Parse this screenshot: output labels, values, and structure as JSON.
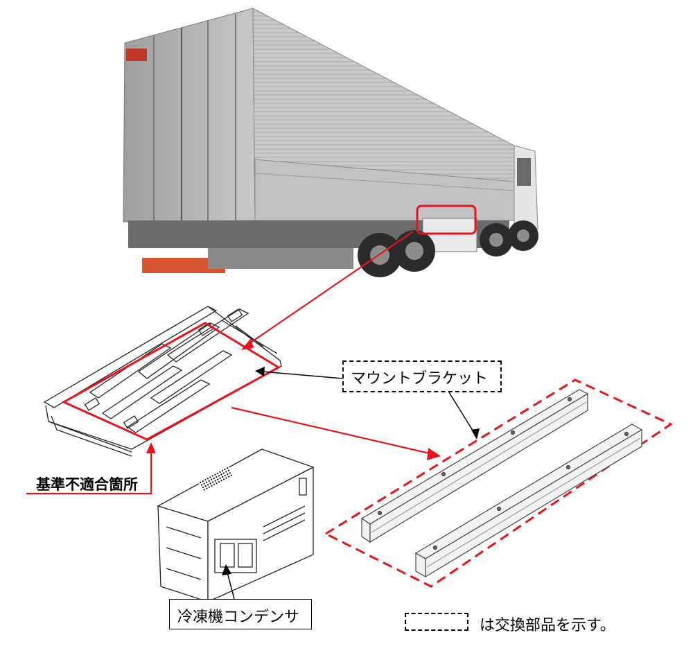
{
  "labels": {
    "mount_bracket": "マウントブラケット",
    "nonconforming_location": "基準不適合箇所",
    "condenser": "冷凍機コンデンサ",
    "legend_text": "は交換部品を示す。"
  },
  "colors": {
    "highlight": "#e8141b",
    "ink": "#000000"
  },
  "icons": [
    "truck-photo",
    "frame-drawing",
    "condenser-unit",
    "bracket-parts"
  ]
}
